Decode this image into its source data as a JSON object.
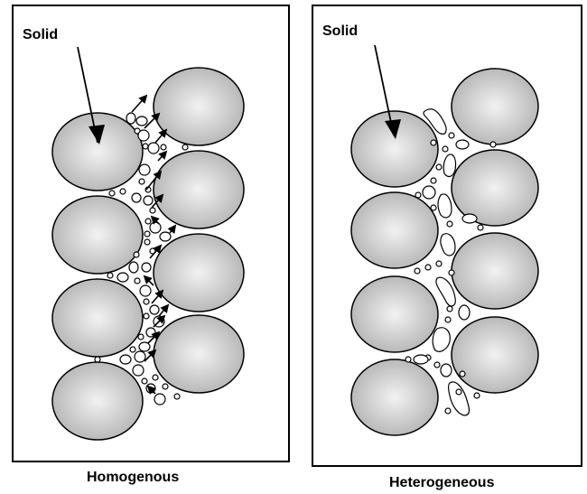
{
  "panels": [
    {
      "id": "homogenous",
      "solid_label": "Solid",
      "caption": "Homogenous"
    },
    {
      "id": "heterogeneous",
      "solid_label": "Solid",
      "caption": "Heterogeneous"
    }
  ],
  "colors": {
    "particle_center": "#f2f2f2",
    "particle_edge": "#b3b3b3",
    "stroke": "#000000",
    "background": "#ffffff"
  }
}
